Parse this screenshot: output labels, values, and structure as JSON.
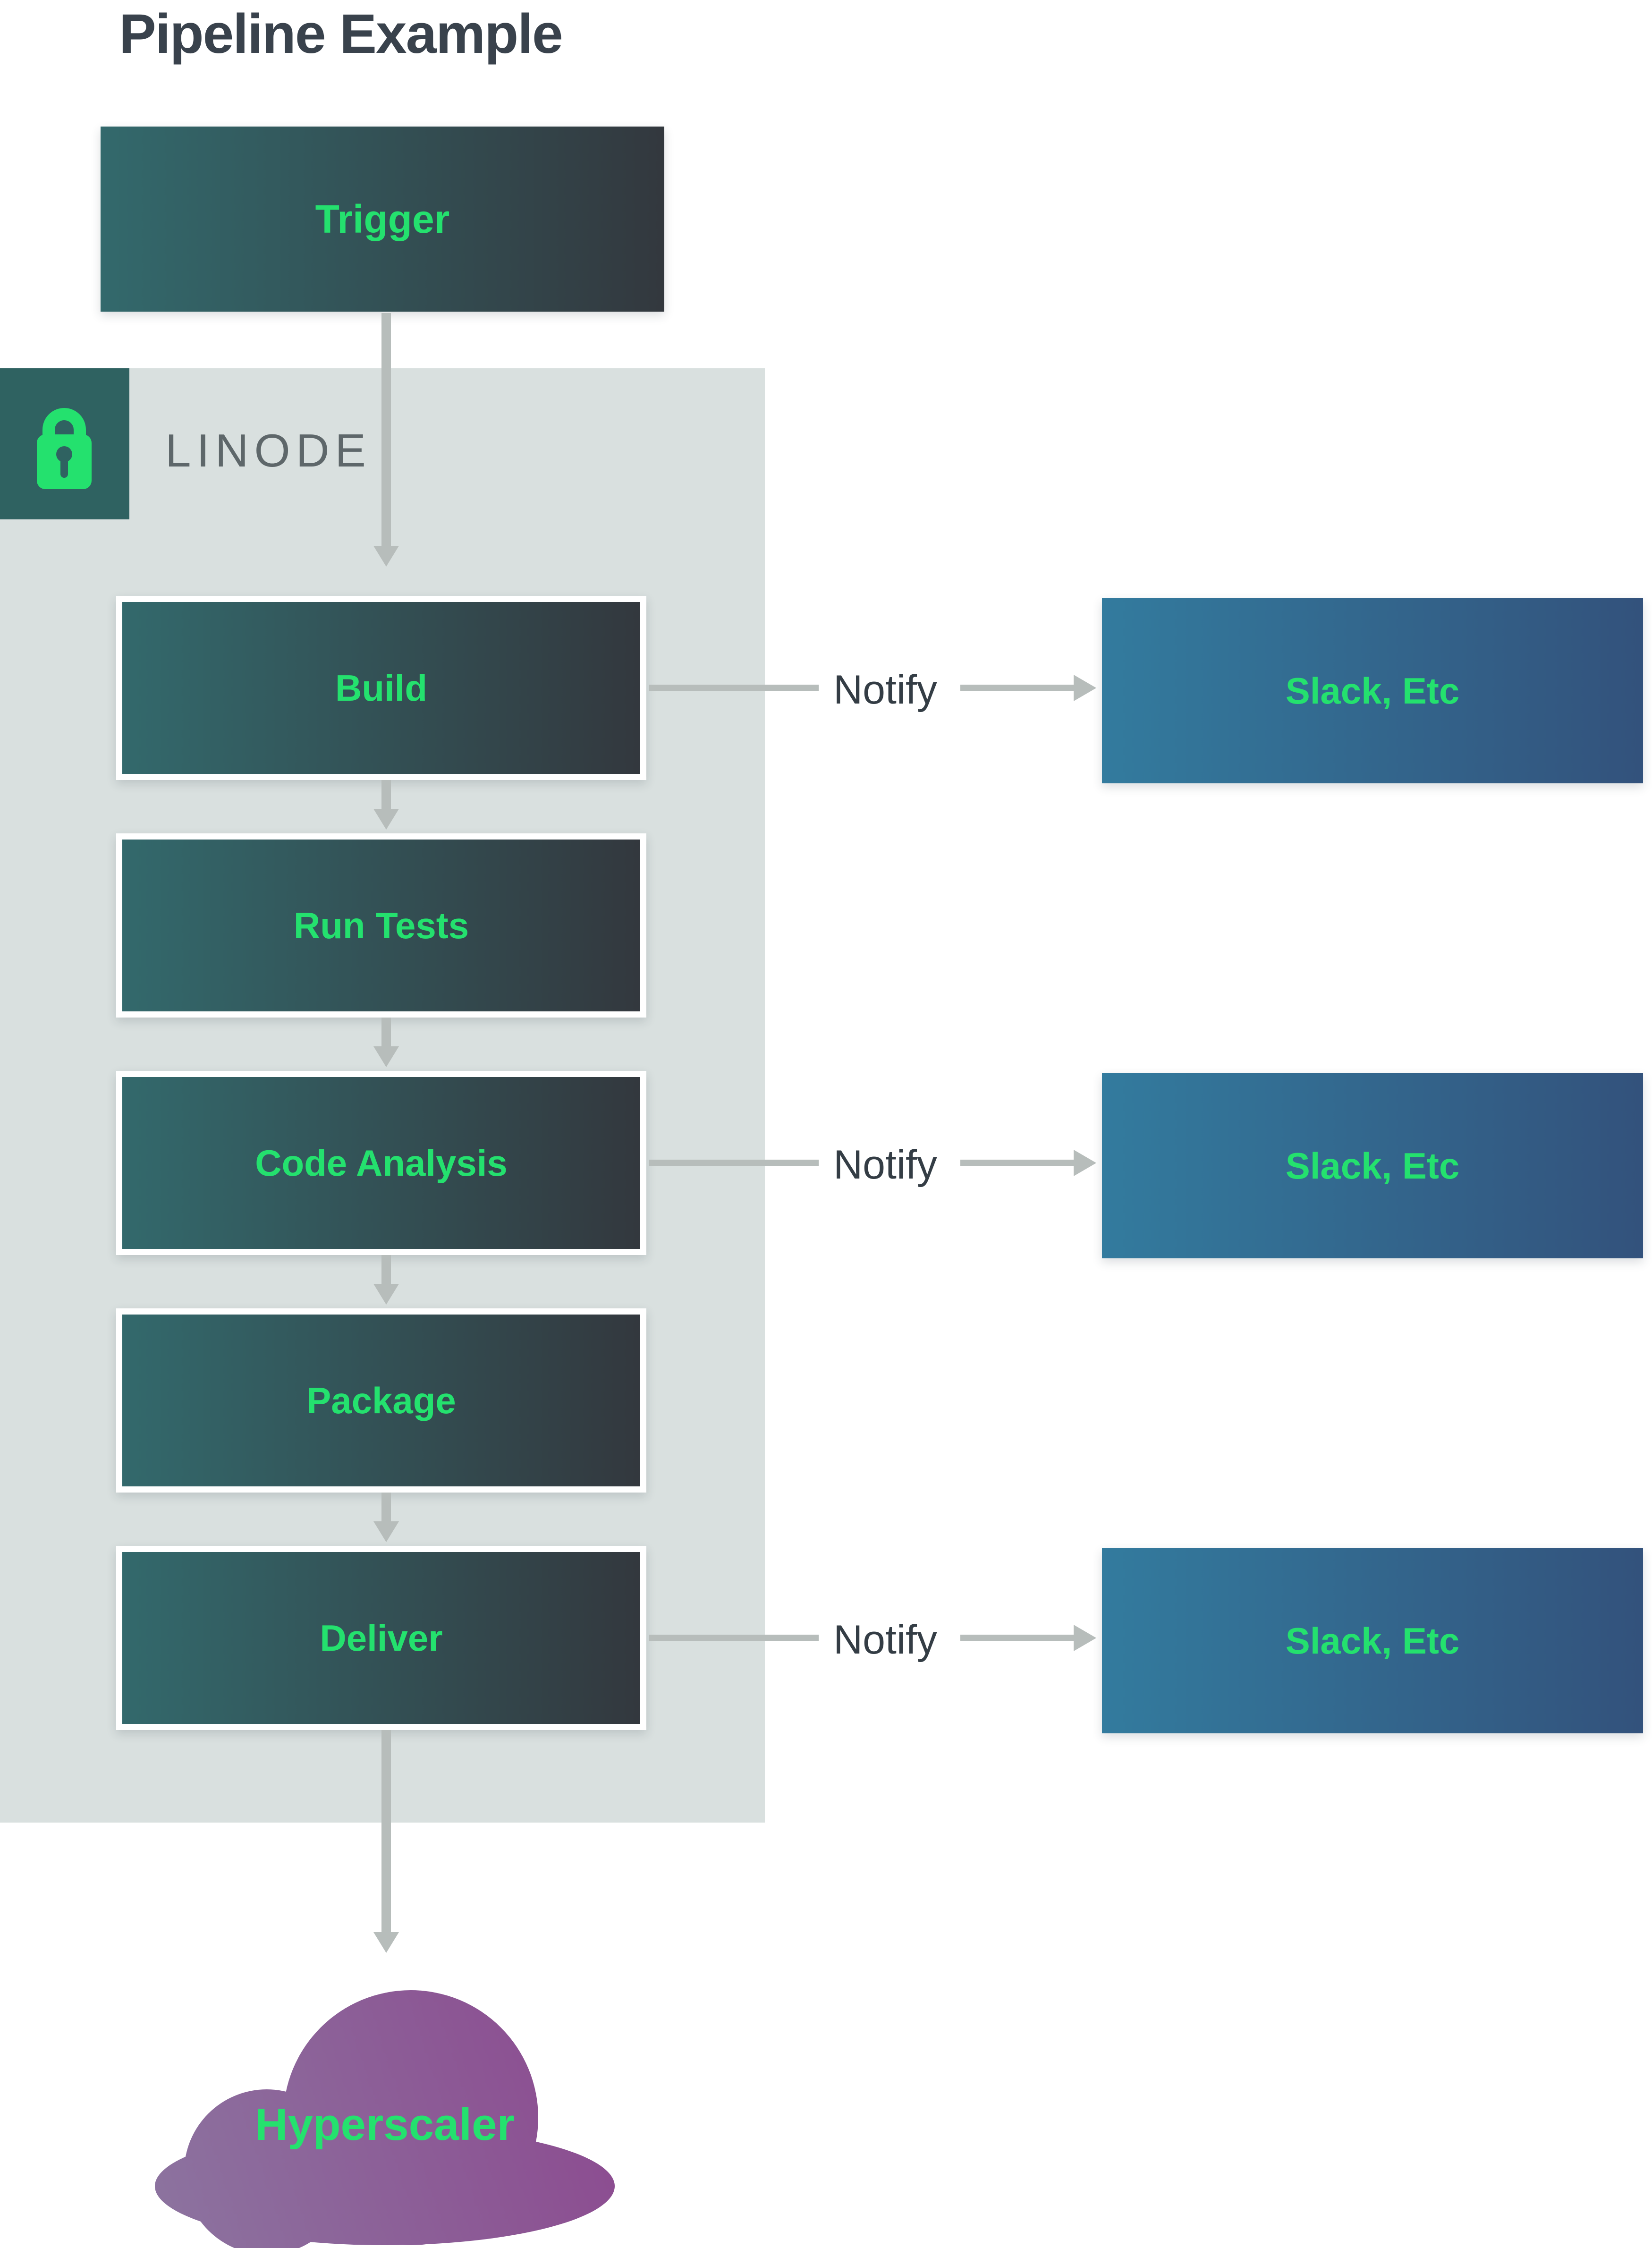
{
  "title": "Pipeline Example",
  "pipeline": {
    "trigger_label": "Trigger",
    "provider_label": "LINODE",
    "steps": [
      {
        "label": "Build",
        "notify": true
      },
      {
        "label": "Run Tests",
        "notify": false
      },
      {
        "label": "Code Analysis",
        "notify": true
      },
      {
        "label": "Package",
        "notify": false
      },
      {
        "label": "Deliver",
        "notify": true
      }
    ],
    "notify_label": "Notify",
    "notification_target_label": "Slack, Etc",
    "destination_label": "Hyperscaler"
  },
  "icons": {
    "lock": "lock-icon"
  },
  "colors": {
    "accent_green": "#24e16e",
    "title_color": "#39424c",
    "container_bg": "#d9e0df",
    "badge_bg": "#2f6261",
    "step_gradient_start": "#33696c",
    "step_gradient_end": "#33383e",
    "notify_box_gradient_start": "#337b9e",
    "notify_box_gradient_end": "#33527c",
    "cloud_gradient_start": "#8c739f",
    "cloud_gradient_end": "#8c4b90",
    "arrow_gray": "#b7bdbb"
  }
}
